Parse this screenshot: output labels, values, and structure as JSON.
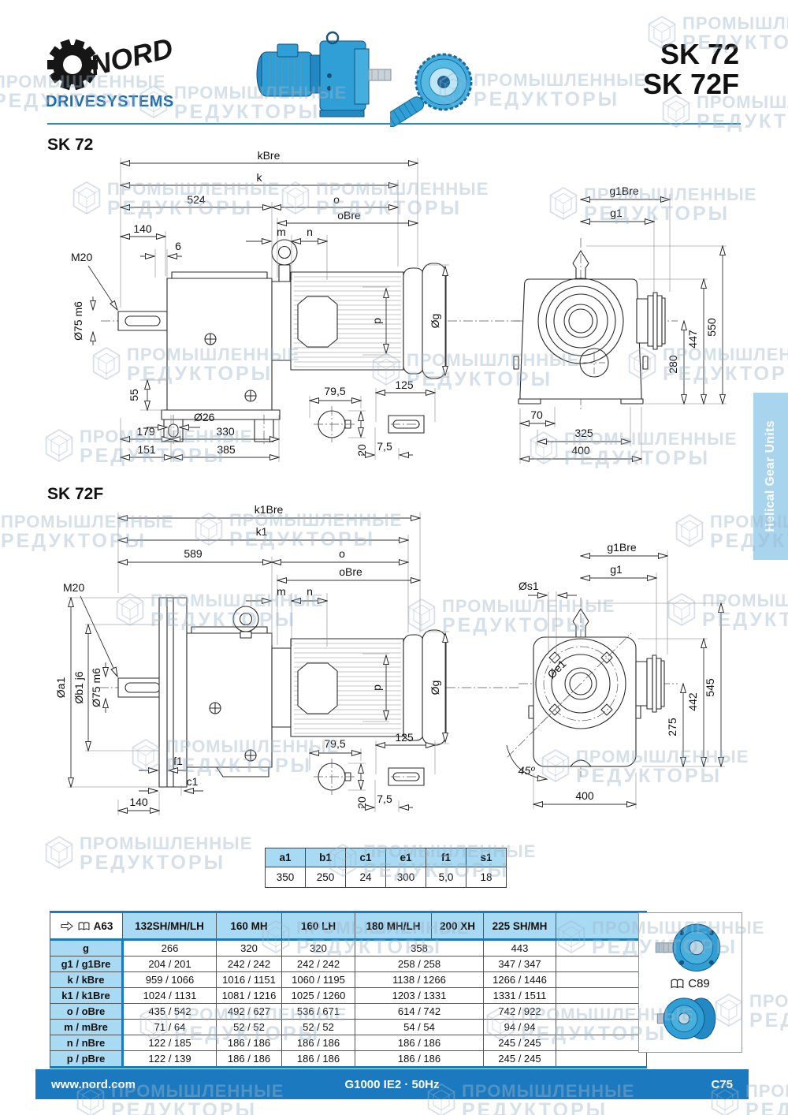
{
  "watermark": {
    "line1": "ПРОМЫШЛЕННЫЕ",
    "line2": "РЕДУКТОРЫ"
  },
  "header": {
    "brand": "NORD",
    "brand_sub": "DRIVESYSTEMS",
    "title_line1": "SK 72",
    "title_line2": "SK 72F"
  },
  "side_tab": {
    "label": "Helical Gear Units"
  },
  "sk72": {
    "section_title": "SK 72",
    "side": {
      "kBre": "kBre",
      "k": "k",
      "len524": "524",
      "o": "o",
      "oBre": "oBre",
      "len140": "140",
      "len6": "6",
      "m": "m",
      "n": "n",
      "thread": "M20",
      "shaft_dia": "Ø75 m6",
      "p": "p",
      "motor_dia": "Øg",
      "len55": "55",
      "hole_dia": "Ø26",
      "len179": "179",
      "len330": "330",
      "len151": "151",
      "len385": "385",
      "len79_5": "79,5",
      "len20": "20",
      "len7_5": "7,5",
      "len125": "125"
    },
    "end": {
      "g1Bre": "g1Bre",
      "g1": "g1",
      "len550": "550",
      "len447": "447",
      "len280": "280",
      "len70": "70",
      "len325": "325",
      "len400": "400"
    }
  },
  "sk72f": {
    "section_title": "SK 72F",
    "side": {
      "k1Bre": "k1Bre",
      "k1": "k1",
      "len589": "589",
      "o": "o",
      "oBre": "oBre",
      "m": "m",
      "n": "n",
      "thread": "M20",
      "dia_a1": "Øa1",
      "dia_b1": "Øb1 j6",
      "shaft_dia": "Ø75 m6",
      "f1": "f1",
      "c1": "c1",
      "len140": "140",
      "p": "p",
      "motor_dia": "Øg",
      "len79_5": "79,5",
      "len20": "20",
      "len7_5": "7,5",
      "len125": "125"
    },
    "end": {
      "g1Bre": "g1Bre",
      "g1": "g1",
      "dia_s1": "Øs1",
      "dia_e1": "Øe1",
      "len545": "545",
      "len442": "442",
      "len275": "275",
      "angle45": "45º",
      "len400": "400"
    }
  },
  "small_table": {
    "headers": [
      "a1",
      "b1",
      "c1",
      "e1",
      "f1",
      "s1"
    ],
    "values": [
      "350",
      "250",
      "24",
      "300",
      "5,0",
      "18"
    ]
  },
  "big_table": {
    "ref": "A63",
    "columns": [
      "132SH/MH/LH",
      "160 MH",
      "160 LH",
      "180 MH/LH",
      "200 XH",
      "225 SH/MH"
    ],
    "rows": [
      {
        "label": "g",
        "v": [
          "266",
          "320",
          "320",
          "358",
          "443"
        ]
      },
      {
        "label": "g1 / g1Bre",
        "v": [
          "204 / 201",
          "242 / 242",
          "242 / 242",
          "258 / 258",
          "347 / 347"
        ]
      },
      {
        "label": "k / kBre",
        "v": [
          "959 / 1066",
          "1016 / 1151",
          "1060 / 1195",
          "1138 / 1266",
          "1266 / 1446"
        ]
      },
      {
        "label": "k1 / k1Bre",
        "v": [
          "1024 / 1131",
          "1081 / 1216",
          "1025 / 1260",
          "1203 / 1331",
          "1331 / 1511"
        ]
      },
      {
        "label": "o / oBre",
        "v": [
          "435 / 542",
          "492 / 627",
          "536 / 671",
          "614 / 742",
          "742 / 922"
        ]
      },
      {
        "label": "m / mBre",
        "v": [
          "71 / 64",
          "52 / 52",
          "52 / 52",
          "54 / 54",
          "94 / 94"
        ]
      },
      {
        "label": "n / nBre",
        "v": [
          "122 / 185",
          "186 / 186",
          "186 / 186",
          "186 / 186",
          "245 / 245"
        ]
      },
      {
        "label": "p / pBre",
        "v": [
          "122 / 139",
          "186 / 186",
          "186 / 186",
          "186 / 186",
          "245 / 245"
        ]
      }
    ],
    "side_ref": "C89"
  },
  "footer": {
    "left": "www.nord.com",
    "center": "G1000  IE2 · 50Hz",
    "right": "C75"
  },
  "colors": {
    "accent_blue": "#1b7abf",
    "light_blue": "#a9daf3",
    "tab_blue": "#a8d4ee",
    "product_blue": "#2f9fd6"
  }
}
